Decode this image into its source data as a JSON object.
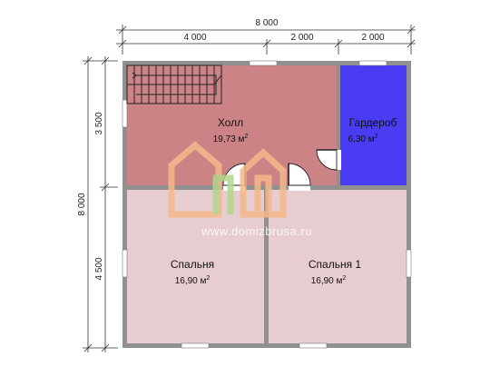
{
  "dimensions": {
    "total_width": "8 000",
    "segment_1": "4 000",
    "segment_2": "2 000",
    "segment_3": "2 000",
    "total_height": "8 000",
    "upper_height": "3 500",
    "lower_height": "4 500"
  },
  "rooms": {
    "hall": {
      "name": "Холл",
      "area": "19,73 м",
      "sup": "2"
    },
    "wardrobe": {
      "name": "Гардероб",
      "area": "6,30 м",
      "sup": "2"
    },
    "bedroom": {
      "name": "Спальня",
      "area": "16,90 м",
      "sup": "2"
    },
    "bedroom_1": {
      "name": "Спальня 1",
      "area": "16,90 м",
      "sup": "2"
    }
  },
  "watermark": {
    "text": "www.domizbrusa.ru"
  },
  "colors": {
    "hall": "#cc8386",
    "wardrobe": "#4a3cf2",
    "bedroom": "#e7cdcf",
    "wall": "#909090",
    "watermark_orange": "#f5b98a",
    "watermark_green": "#b2d68c"
  }
}
